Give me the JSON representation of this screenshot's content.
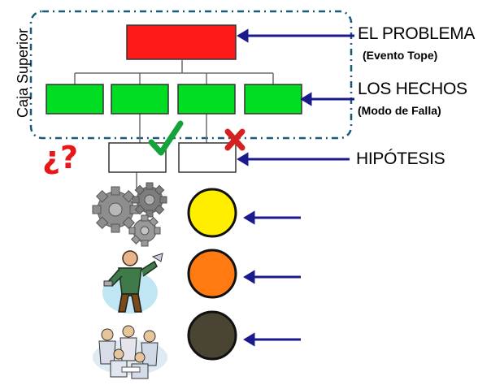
{
  "labels": {
    "region": "Caja Superior",
    "problem_title": "EL PROBLEMA",
    "problem_sub": "(Evento Tope)",
    "facts_title": "LOS HECHOS",
    "facts_sub": "(Modo de Falla)",
    "hypothesis": "HIPÓTESIS",
    "question": "¿?"
  },
  "colors": {
    "top_box": "#ff1a1a",
    "fact_box": "#00dd22",
    "arrow": "#1a1a8c",
    "check": "#14a33a",
    "cross": "#d42020",
    "circle_yellow": "#ffee00",
    "circle_orange": "#ff7a10",
    "circle_dark": "#4a4432",
    "dash_border": "#1a5a7a"
  },
  "icons": [
    "gears-icon",
    "worker-icon",
    "team-icon"
  ]
}
